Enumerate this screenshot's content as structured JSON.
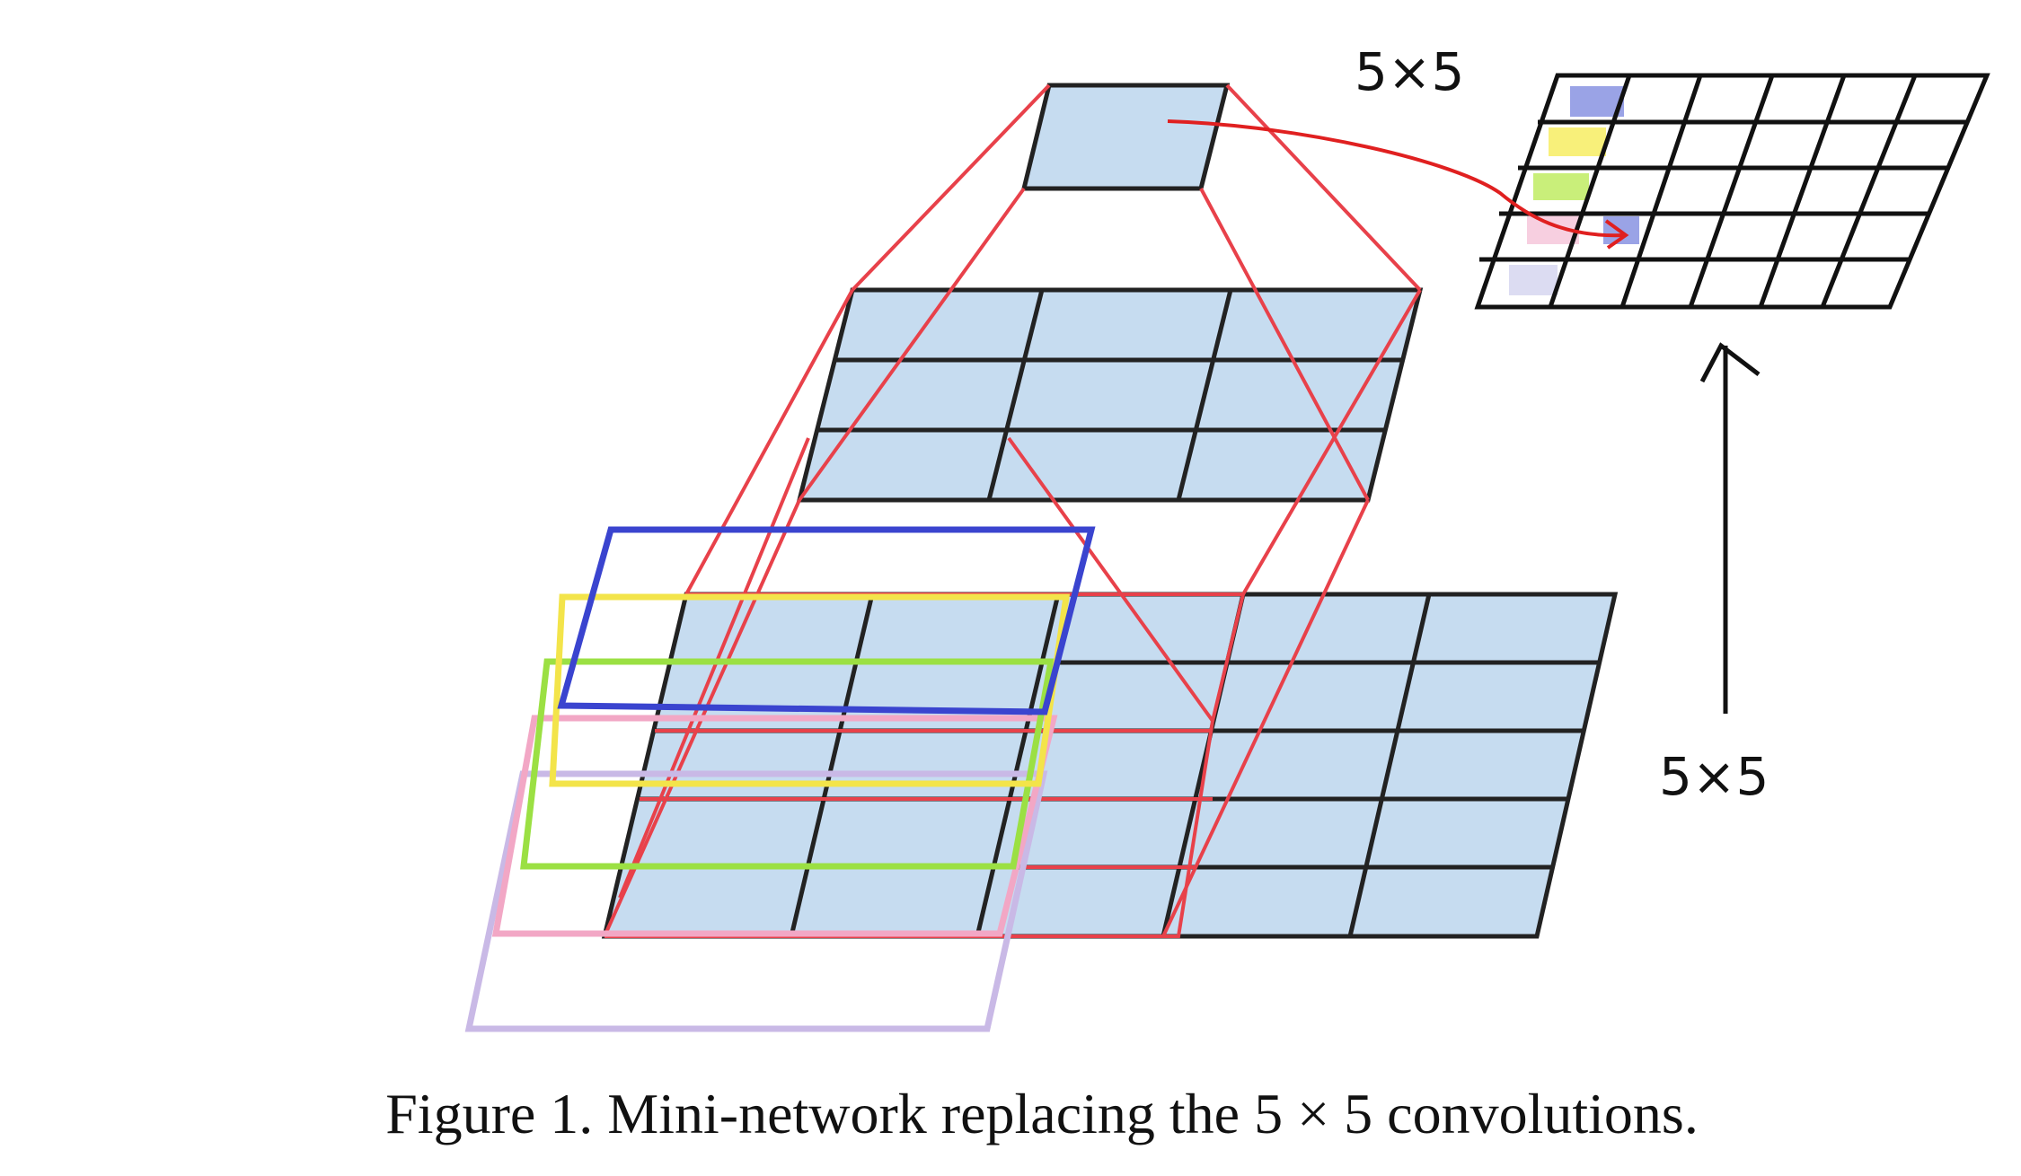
{
  "caption": "Figure 1. Mini-network replacing the 5 × 5 convolutions.",
  "labels": {
    "top_right": "5×5",
    "right_side": "5×5"
  },
  "colors": {
    "cell_fill": "#c6dcf0",
    "grid_line": "#222222",
    "receptive_field": "#e8414a",
    "window_blue": "#3a44cf",
    "window_yellow": "#f3e44a",
    "window_green": "#9be043",
    "window_pink": "#f2a7c5",
    "window_lavender": "#c9b9e6",
    "output_blue": "#9aa3e6",
    "output_yellow": "#f8f07a",
    "output_green": "#c9ef7a",
    "output_pink": "#f7cfe0",
    "output_lavender": "#dcdcf2",
    "mapping_arrow": "#e02020"
  },
  "layers": {
    "top": "1×1",
    "middle": "3×3",
    "bottom": "5×5",
    "output_map": "5×6"
  }
}
